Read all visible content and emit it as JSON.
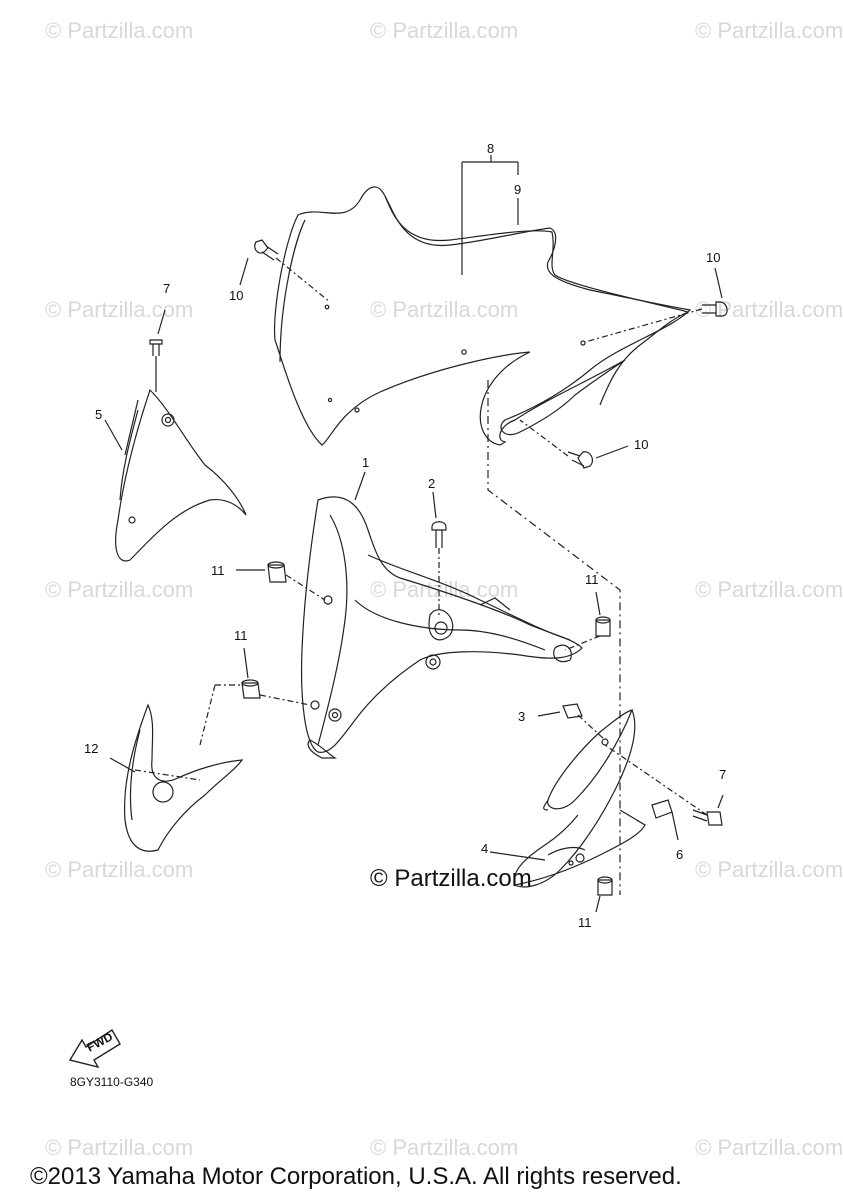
{
  "watermark": "© Partzilla.com",
  "center_watermark": "© Partzilla.com",
  "diagram_code": "8GY3110-G340",
  "copyright": "©2013 Yamaha Motor Corporation, U.S.A. All rights reserved.",
  "fwd_label": "FWD",
  "callouts": {
    "c1": "1",
    "c2": "2",
    "c3": "3",
    "c4": "4",
    "c5": "5",
    "c6": "6",
    "c7a": "7",
    "c7b": "7",
    "c8": "8",
    "c9": "9",
    "c10a": "10",
    "c10b": "10",
    "c10c": "10",
    "c11a": "11",
    "c11b": "11",
    "c11c": "11",
    "c11d": "11",
    "c12": "12"
  }
}
